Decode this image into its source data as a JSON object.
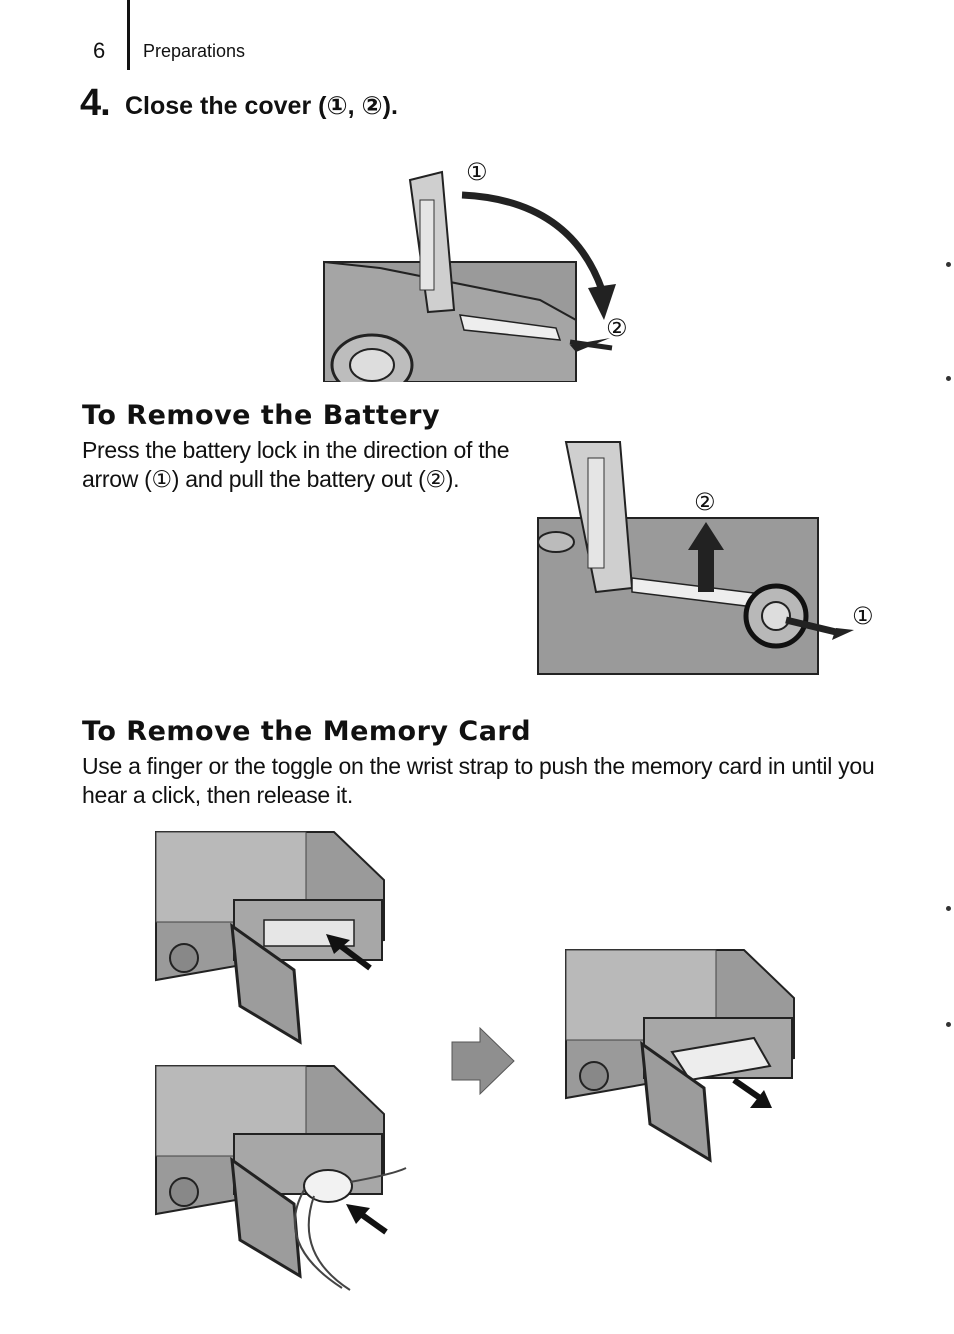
{
  "header": {
    "page_number": "6",
    "section": "Preparations"
  },
  "step": {
    "number": "4.",
    "title": "Close the cover (①, ②)."
  },
  "battery": {
    "heading": "To Remove the Battery",
    "text": "Press the battery lock in the direction of the arrow (①) and pull the battery out (②)."
  },
  "memory_card": {
    "heading": "To Remove the Memory Card",
    "text": "Use a finger or the toggle on the wrist strap to push the memory card in until you hear a click, then release it."
  },
  "figure_labels": {
    "cover_1": "①",
    "cover_2": "②",
    "battery_1": "①",
    "battery_2": "②"
  },
  "colors": {
    "illustration_gray": "#9a9a9a",
    "dark": "#222222",
    "light_gray": "#d4d4d4"
  }
}
